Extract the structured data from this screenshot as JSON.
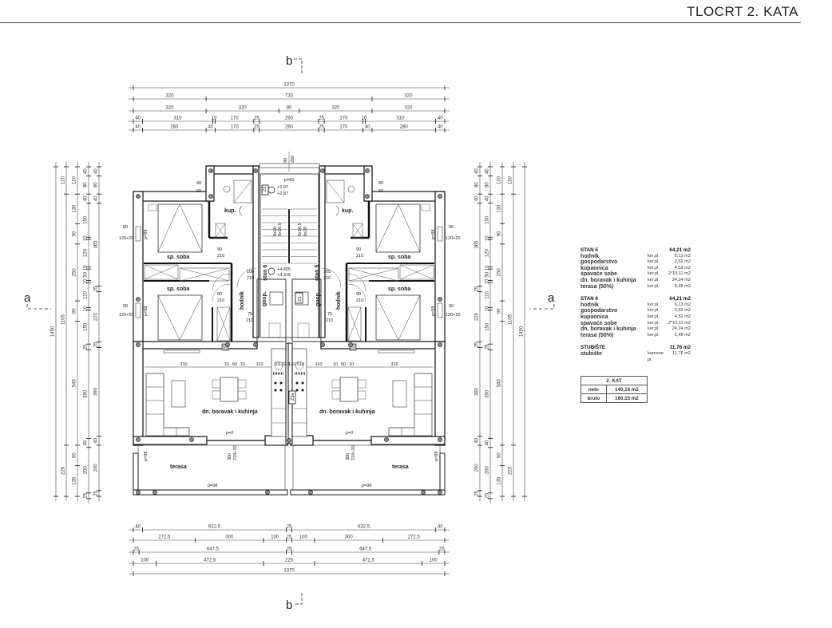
{
  "header": {
    "title": "TLOCRT 2. KATA"
  },
  "section_markers": {
    "a": "a",
    "b": "b"
  },
  "rooms": {
    "bathroom": "kup.",
    "bedroom": "sp. soba",
    "hallway": "hodnik",
    "utility": "gosp.",
    "unit6": "stan 6",
    "unit5": "stan 5",
    "living": "dn. boravak i kuhinja",
    "terrace": "terasa"
  },
  "annotations": {
    "p60": "p=60",
    "el1a": "+2.97",
    "el1b": "+2.87",
    "el2a": "+4.455",
    "el2b": "+4.315",
    "p0": "p=0",
    "p98": "p=98",
    "door_90": "90",
    "door_210": "210",
    "door_75": "75",
    "door_105": "105",
    "win_90": "90",
    "win_120": "120+20",
    "win_80": "80",
    "win_60": "60",
    "big_door_300": "300",
    "big_door_218": "218+20",
    "chimney_z2": "Z2",
    "chimney_z3": "Z3",
    "chimney_z3a": "Z3a",
    "stair_8x20": "8x20",
    "stair_9x165": "9x16.5",
    "stair_90": "90",
    "stair_250": "250",
    "living_dims": [
      "310",
      "10",
      "50",
      "10",
      "110",
      "10",
      "132.5"
    ]
  },
  "dimensions": {
    "total_cm": 1370,
    "total_height_cm": 1450,
    "top": [
      [
        1370
      ],
      [
        320,
        730,
        320
      ],
      [
        320,
        320,
        90,
        320,
        320
      ],
      [
        40,
        310,
        10,
        170,
        25,
        260,
        25,
        170,
        10,
        310,
        40
      ],
      [
        40,
        280,
        40,
        170,
        25,
        260,
        25,
        170,
        40,
        280,
        40
      ]
    ],
    "bottom": [
      [
        40,
        632.5,
        25,
        632.5,
        40
      ],
      [
        272.5,
        300,
        100,
        25,
        100,
        300,
        272.5
      ],
      [
        25,
        647.5,
        25,
        647.5,
        25
      ],
      [
        100,
        472.5,
        225,
        472.5,
        100
      ],
      [
        1370
      ]
    ],
    "left": [
      [
        1450
      ],
      [
        120,
        1105,
        225
      ],
      [
        120,
        130,
        90,
        250,
        90,
        545,
        90,
        135
      ],
      [
        40,
        80,
        40,
        150,
        10,
        120,
        10,
        50,
        10,
        110,
        10,
        150,
        25,
        390,
        40,
        200,
        25
      ],
      [
        40,
        80,
        40,
        365,
        25,
        220,
        25,
        390,
        40,
        200,
        25
      ]
    ]
  },
  "legend": {
    "units": [
      {
        "name": "STAN 5",
        "total": "64,21 m2",
        "rows": [
          {
            "room": "hodnik",
            "mat": "ker.pl.",
            "area": "6,13 m2"
          },
          {
            "room": "gospodarstvo",
            "mat": "ker.pl.",
            "area": "2,62 m2"
          },
          {
            "room": "kupaonica",
            "mat": "ker.pl.",
            "area": "4,52 m2"
          },
          {
            "room": "spavaće sobe",
            "mat": "ker.pl.",
            "area": "2*10,11 m2"
          },
          {
            "room": "dn. boravak i kuhinja",
            "mat": "ker.pl.",
            "area": "24,24 m2"
          },
          {
            "room": "terasa (50%)",
            "mat": "ker.pl.",
            "area": "6,48 m2"
          }
        ]
      },
      {
        "name": "STAN 6",
        "total": "64,21 m2",
        "rows": [
          {
            "room": "hodnik",
            "mat": "ker.pl.",
            "area": "6,13 m2"
          },
          {
            "room": "gospodarstvo",
            "mat": "ker.pl.",
            "area": "2,62 m2"
          },
          {
            "room": "kupaonica",
            "mat": "ker.pl.",
            "area": "4,52 m2"
          },
          {
            "room": "spavaće sobe",
            "mat": "ker.pl.",
            "area": "2*10,11 m2"
          },
          {
            "room": "dn. boravak i kuhinja",
            "mat": "ker.pl.",
            "area": "24,24 m2"
          },
          {
            "room": "terasa (50%)",
            "mat": "ker.pl.",
            "area": "6,48 m2"
          }
        ]
      }
    ],
    "stairs": {
      "name": "STUBIŠTE",
      "total": "11,76 m2",
      "room": "stubište",
      "mat": "kamene pl.",
      "area": "11,76 m2"
    },
    "floor": {
      "title": "2. KAT",
      "neto_label": "neto",
      "neto": "140,18 m2",
      "bruto_label": "bruto",
      "bruto": "160,15 m2"
    }
  }
}
